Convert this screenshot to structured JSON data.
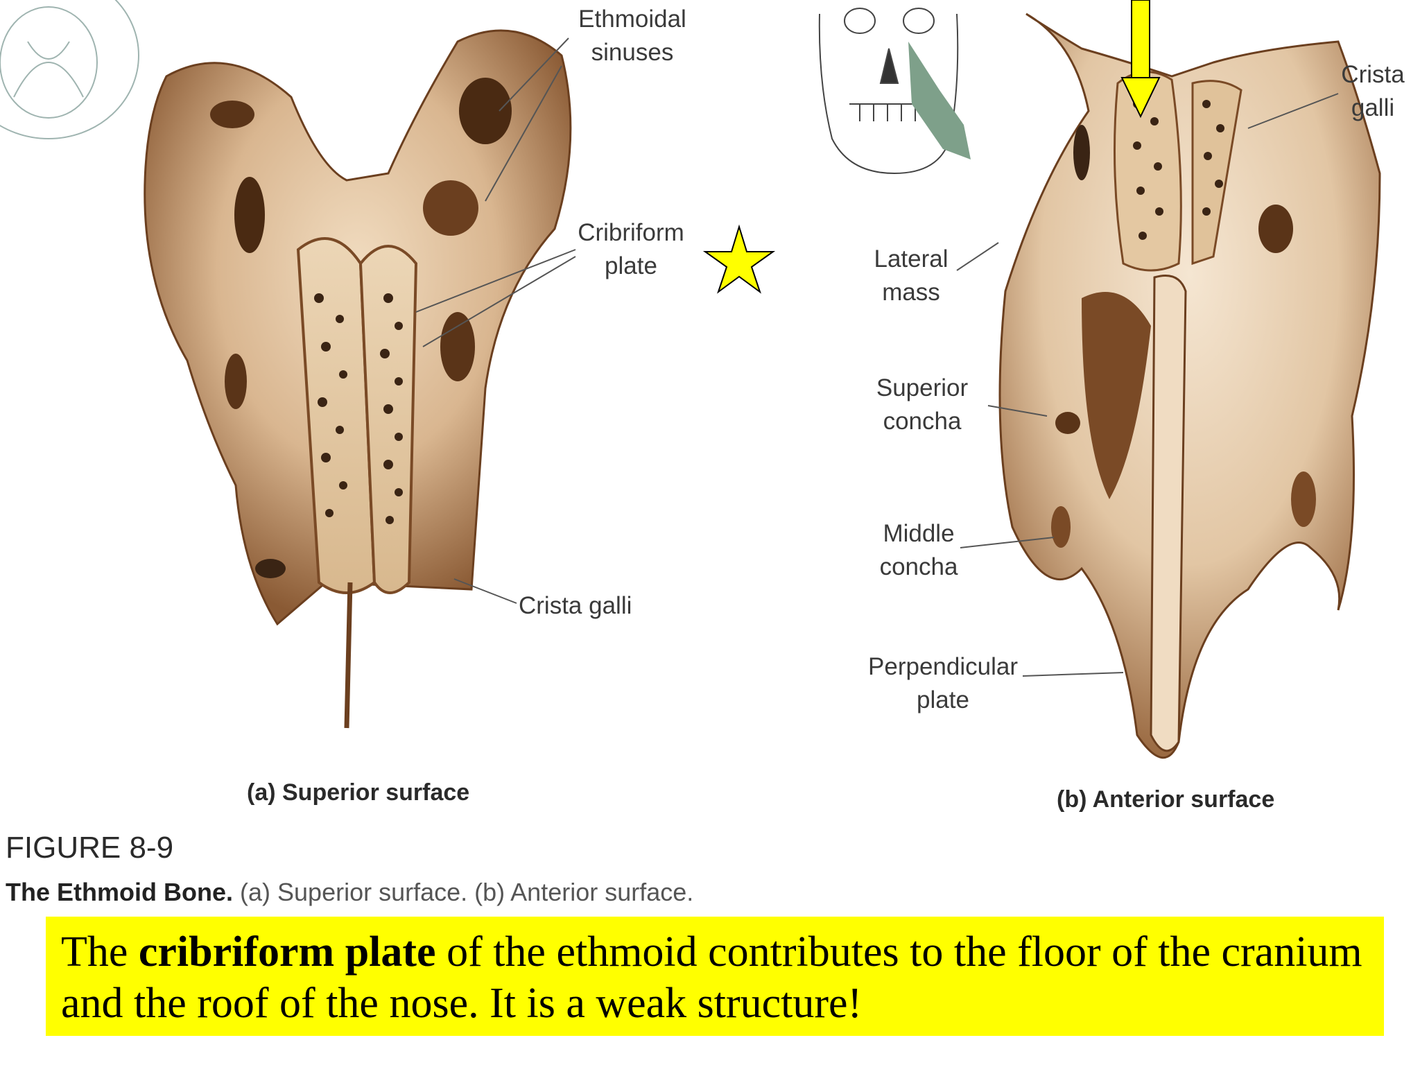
{
  "diagram": {
    "labels_a": {
      "ethmoidal_sinuses": [
        "Ethmoidal",
        "sinuses"
      ],
      "cribriform_plate": [
        "Cribriform",
        "plate"
      ],
      "crista_galli": "Crista galli"
    },
    "labels_b": {
      "crista_galli": [
        "Crista",
        "galli"
      ],
      "lateral_mass": [
        "Lateral",
        "mass"
      ],
      "superior_concha": [
        "Superior",
        "concha"
      ],
      "middle_concha": [
        "Middle",
        "concha"
      ],
      "perpendicular_plate": [
        "Perpendicular",
        "plate"
      ]
    },
    "caption_a": "(a)  Superior surface",
    "caption_b": "(b)  Anterior surface",
    "figure_number": "FIGURE 8-9",
    "figure_title": "The Ethmoid Bone.",
    "figure_description": "(a) Superior surface. (b) Anterior surface.",
    "annotations": {
      "star_color": "#ffff00",
      "arrow_color": "#ffff00"
    }
  },
  "note": {
    "text_before": "The ",
    "bold": "cribriform plate",
    "text_after": " of the ethmoid contributes to the floor of the cranium and the roof of the nose.  It is a weak structure!",
    "background": "#ffff00"
  }
}
